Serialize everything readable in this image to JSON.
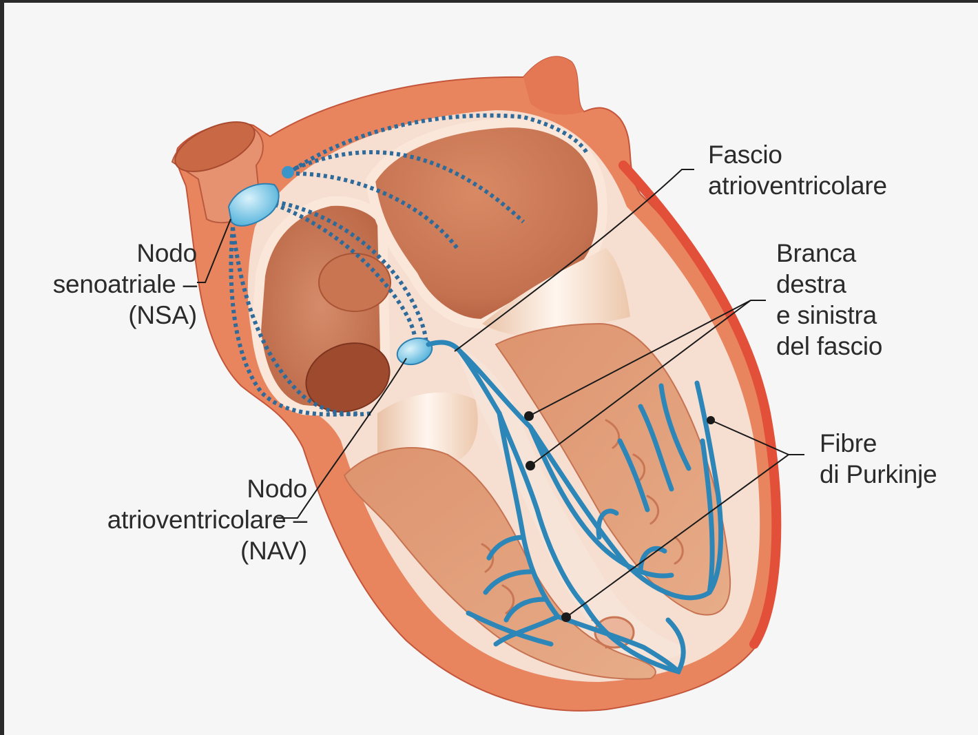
{
  "labels": {
    "sa_node": {
      "line1": "Nodo",
      "line2": "senoatriale –",
      "line3": "(NSA)"
    },
    "av_node": {
      "line1": "Nodo",
      "line2": "atrioventricolare –",
      "line3": "(NAV)"
    },
    "av_bundle": {
      "line1": "Fascio",
      "line2": "atrioventricolare"
    },
    "bundle_branches": {
      "line1": "Branca",
      "line2": "destra",
      "line3": "e sinistra",
      "line4": "del fascio"
    },
    "purkinje": {
      "line1": "Fibre",
      "line2": "di Purkinje"
    }
  },
  "colors": {
    "outer_wall": "#e8855f",
    "epicardium_edge": "#e2503a",
    "myocardium": "#e6a07e",
    "chamber_dark": "#c06a45",
    "chamber_light": "#e9b89c",
    "valve": "#fbeee4",
    "conduction": "#2c86b8",
    "conduction_dark": "#1f4f78",
    "node": "#6cc3e6",
    "leader_line": "#1a1a1a"
  }
}
